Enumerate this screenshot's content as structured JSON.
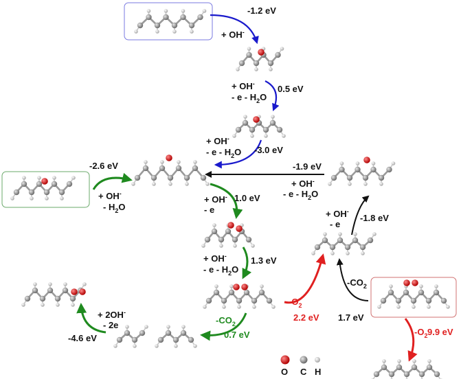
{
  "colors": {
    "blue": "#1a1acc",
    "green": "#1f8a1f",
    "red": "#e02020",
    "black": "#111111",
    "oxygen": "#cc1111",
    "carbon": "#8a8a8a",
    "hydrogen": "#d8d8d8",
    "box_blue": "#7a7ae0",
    "box_green": "#6aa86a",
    "box_red": "#d07070"
  },
  "labels": {
    "e_m1_2": "-1.2 eV",
    "oh1_a": "+ OH",
    "oh1_b": "-",
    "oh2_a": "+ OH",
    "oh2_b": "-",
    "oh2_c": "- e - H",
    "oh2_d": "2",
    "oh2_e": "O",
    "e_0_5": "0.5 eV",
    "oh3_a": "+ OH",
    "oh3_b": "-",
    "oh3_c": "- e - H",
    "oh3_d": "2",
    "oh3_e": "O",
    "e_m3_0": "-3.0 eV",
    "e_m2_6": "-2.6 eV",
    "oh4_a": "+ OH",
    "oh4_b": "-",
    "oh4_c": "- H",
    "oh4_d": "2",
    "oh4_e": "O",
    "e_m1_9": "-1.9 eV",
    "oh5_a": "+ OH",
    "oh5_b": "-",
    "oh5_c": "- e - H",
    "oh5_d": "2",
    "oh5_e": "O",
    "oh6_a": "+ OH",
    "oh6_b": "-",
    "oh6_c": "- e",
    "e_1_0": "1.0 eV",
    "oh7_a": "+ OH",
    "oh7_b": "-",
    "oh7_c": "- e",
    "e_m1_8": "-1.8 eV",
    "oh8_a": "+ OH",
    "oh8_b": "-",
    "oh8_c": "- e - H",
    "oh8_d": "2",
    "oh8_e": "O",
    "e_1_3": "1.3 eV",
    "o2_a_a": "-O",
    "o2_a_b": "2",
    "e_2_2": "2.2 eV",
    "co2_a_a": "-CO",
    "co2_a_b": "2",
    "e_1_7": "1.7 eV",
    "oh9_a": "+ 2OH",
    "oh9_b": "-",
    "oh9_c": "- 2e",
    "e_m4_6": "-4.6 eV",
    "co2_b_a": "-CO",
    "co2_b_b": "2",
    "e_0_7": "0.7 eV",
    "o2_b_a": "-O",
    "o2_b_b": "2",
    "e_9_9": "9.9 eV"
  },
  "legend": {
    "o": "O",
    "c": "C",
    "h": "H"
  },
  "icons": [
    "oxygen-atom-icon",
    "carbon-atom-icon",
    "hydrogen-atom-icon"
  ]
}
